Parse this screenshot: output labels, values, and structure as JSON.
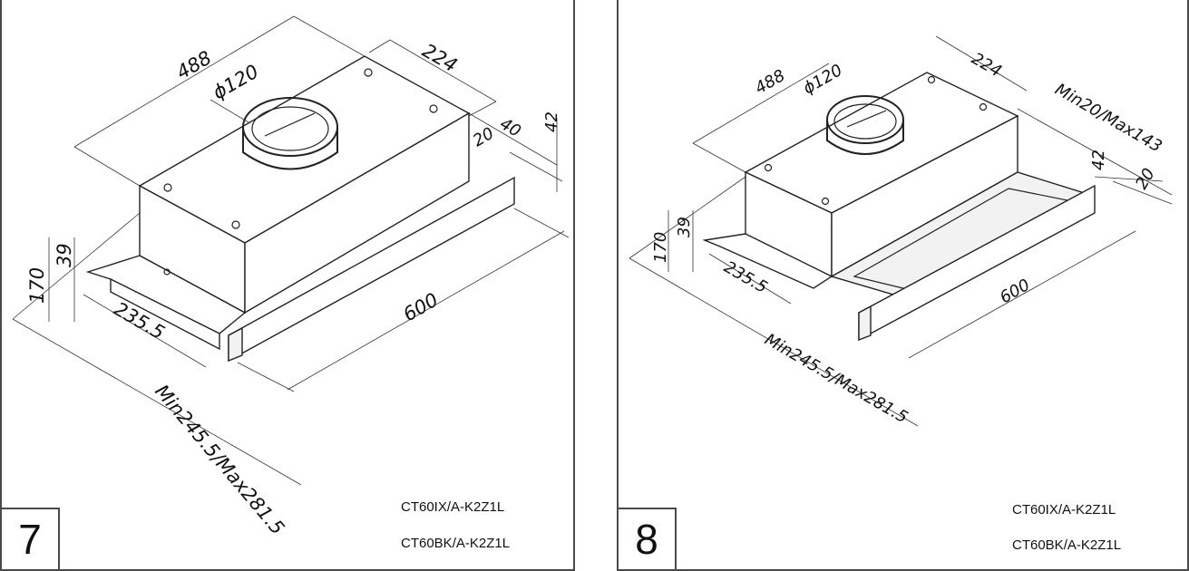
{
  "panels": [
    {
      "figure_number": "7",
      "models": [
        "CT60IX/A-K2Z1L",
        "CT60BK/A-K2Z1L"
      ],
      "dimensions": {
        "width_top": "488",
        "depth_top": "224",
        "duct": "ϕ120",
        "d40": "40",
        "d42": "42",
        "d20": "20",
        "h170": "170",
        "h39": "39",
        "d235": "235.5",
        "w600": "600",
        "range": "Min245.5/Max281.5"
      }
    },
    {
      "figure_number": "8",
      "models": [
        "CT60IX/A-K2Z1L",
        "CT60BK/A-K2Z1L"
      ],
      "dimensions": {
        "width_top": "488",
        "depth_top": "224",
        "duct": "ϕ120",
        "range_top": "Min20/Max143",
        "d42": "42",
        "d20": "20",
        "h170": "170",
        "h39": "39",
        "d235": "235.5",
        "w600": "600",
        "range": "Min245.5/Max281.5"
      }
    }
  ]
}
